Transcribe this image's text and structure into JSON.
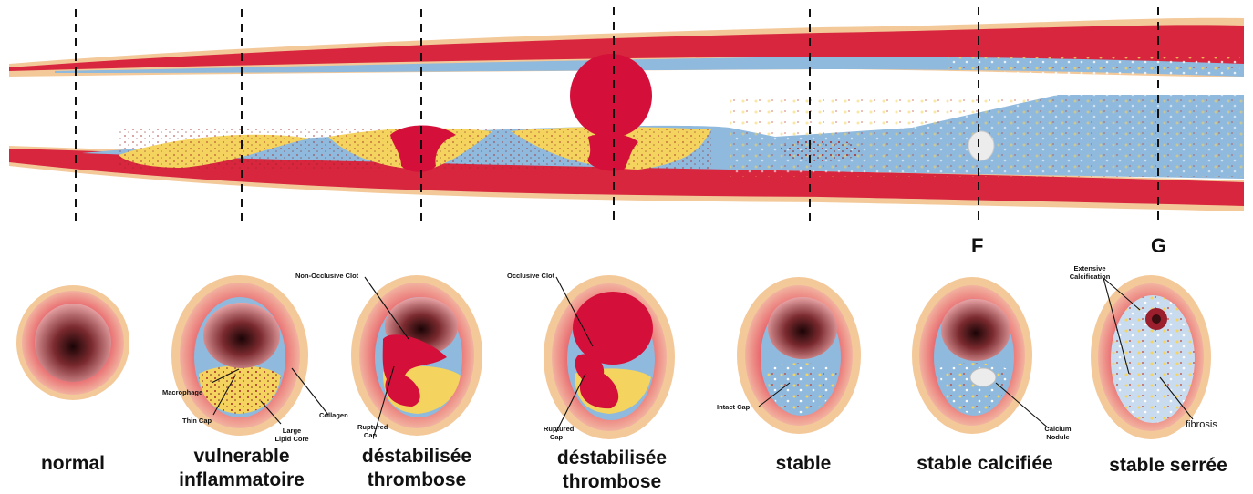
{
  "stage_letters": [
    "F",
    "G"
  ],
  "cross_sections": [
    {
      "label_line1": "normal",
      "label_line2": ""
    },
    {
      "label_line1": "vulnerable",
      "label_line2": "inflammatoire"
    },
    {
      "label_line1": "déstabilisée",
      "label_line2": "thrombose"
    },
    {
      "label_line1": "déstabilisée",
      "label_line2": "thrombose"
    },
    {
      "label_line1": "stable",
      "label_line2": ""
    },
    {
      "label_line1": "stable calcifiée",
      "label_line2": ""
    },
    {
      "label_line1": "stable serrée",
      "label_line2": ""
    }
  ],
  "annotations": {
    "macrophage": "Macrophage",
    "thin_cap": "Thin Cap",
    "collagen": "Collagen",
    "large_lipid_core": "Large Lipid Core",
    "non_occlusive_clot": "Non-Occlusive Clot",
    "ruptured_cap_1": "Ruptured Cap",
    "occlusive_clot": "Occlusive Clot",
    "ruptured_cap_2": "Ruptured Cap",
    "intact_cap": "Intact Cap",
    "calcium_nodule": "Calcium Nodule",
    "extensive_calcification": "Extensive Calcification",
    "fibrosis": "fibrosis"
  },
  "colors": {
    "adventitia": "#f3c99a",
    "media": "#d7263d",
    "intima": "#8fb9dd",
    "lipid": "#f4d35e",
    "clot": "#d4103a",
    "lumen_dark": "#3a0d10"
  }
}
